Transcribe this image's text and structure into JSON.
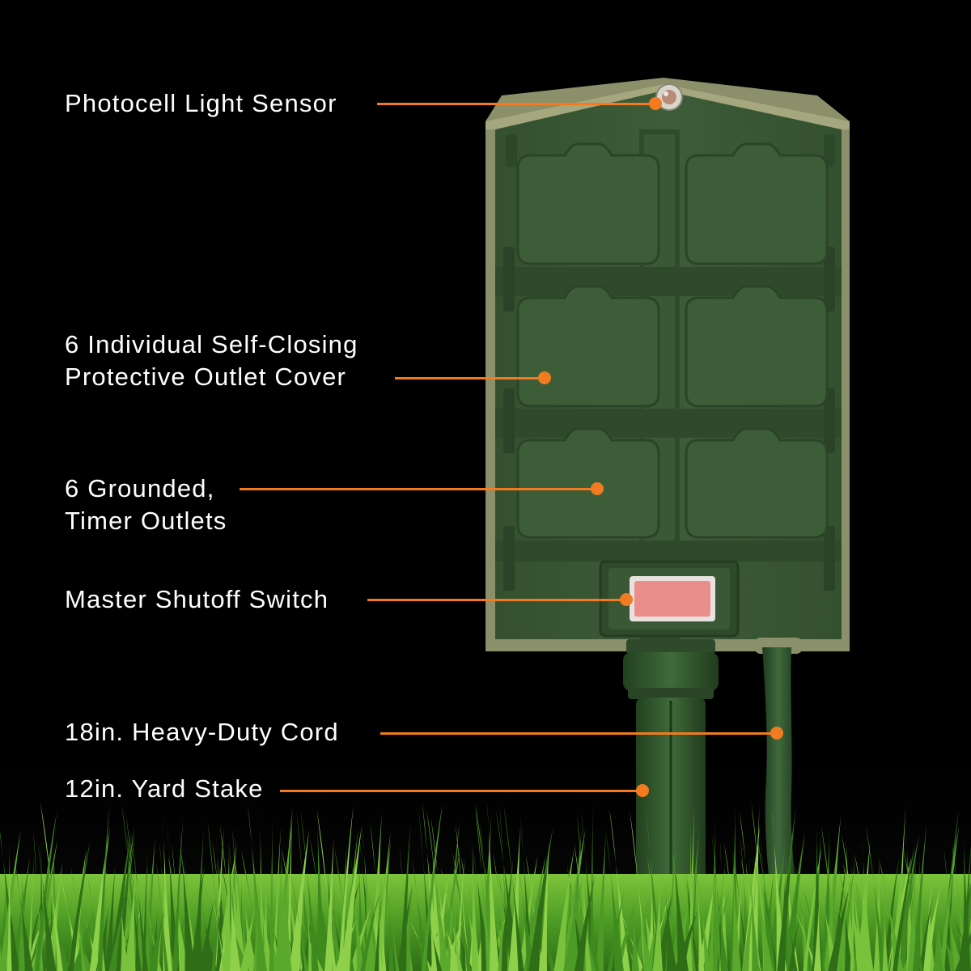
{
  "callouts": [
    {
      "id": "photocell",
      "lines": [
        "Photocell Light Sensor"
      ]
    },
    {
      "id": "outlet-cover",
      "lines": [
        "6 Individual Self-Closing",
        "Protective Outlet Cover"
      ]
    },
    {
      "id": "grounded-outlets",
      "lines": [
        "6 Grounded,",
        "Timer Outlets"
      ]
    },
    {
      "id": "master-switch",
      "lines": [
        "Master Shutoff Switch"
      ]
    },
    {
      "id": "cord",
      "lines": [
        "18in. Heavy-Duty Cord"
      ]
    },
    {
      "id": "stake",
      "lines": [
        "12in. Yard Stake"
      ]
    }
  ],
  "colors": {
    "background": "#000000",
    "accent": "#f27a21",
    "housing_green": "#3c5a37",
    "housing_dark": "#2c4529",
    "grass": "#4f9a2a",
    "switch": "#e98a8a"
  }
}
